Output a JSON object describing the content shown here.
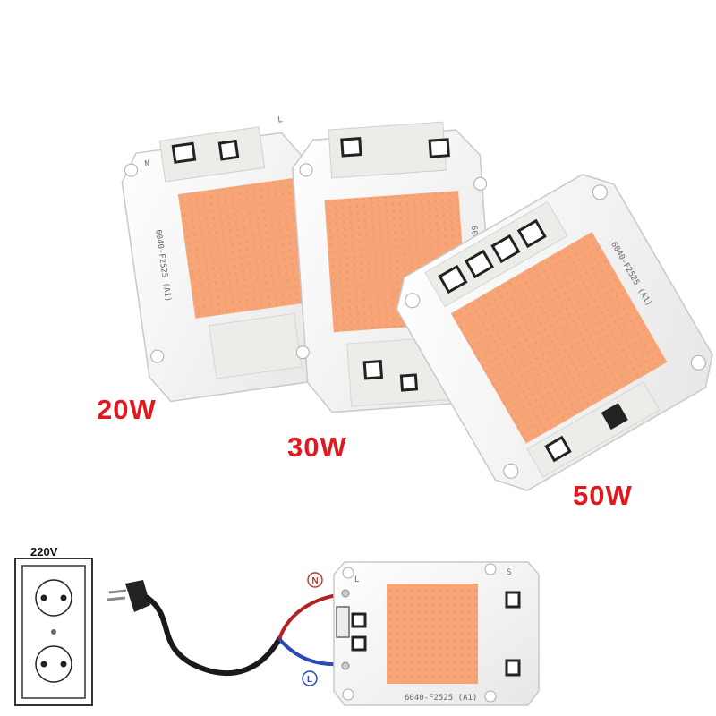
{
  "labels": {
    "w20": "20W",
    "w30": "30W",
    "w50": "50W",
    "voltage": "220V"
  },
  "pcb": {
    "code": "6040-F2525 (A1)",
    "n_mark": "N",
    "l_mark": "L",
    "s_mark": "S"
  },
  "wiring": {
    "neutral": "N",
    "live": "L"
  },
  "colors": {
    "label_red": "#e0191e",
    "led_orange": "#f7a577",
    "neutral_wire": "#b52020",
    "live_wire": "#2a49b8",
    "board_white": "#f4f4f2"
  },
  "icons": [
    "wall-socket-icon",
    "power-plug-icon",
    "cob-led-module-icon"
  ]
}
